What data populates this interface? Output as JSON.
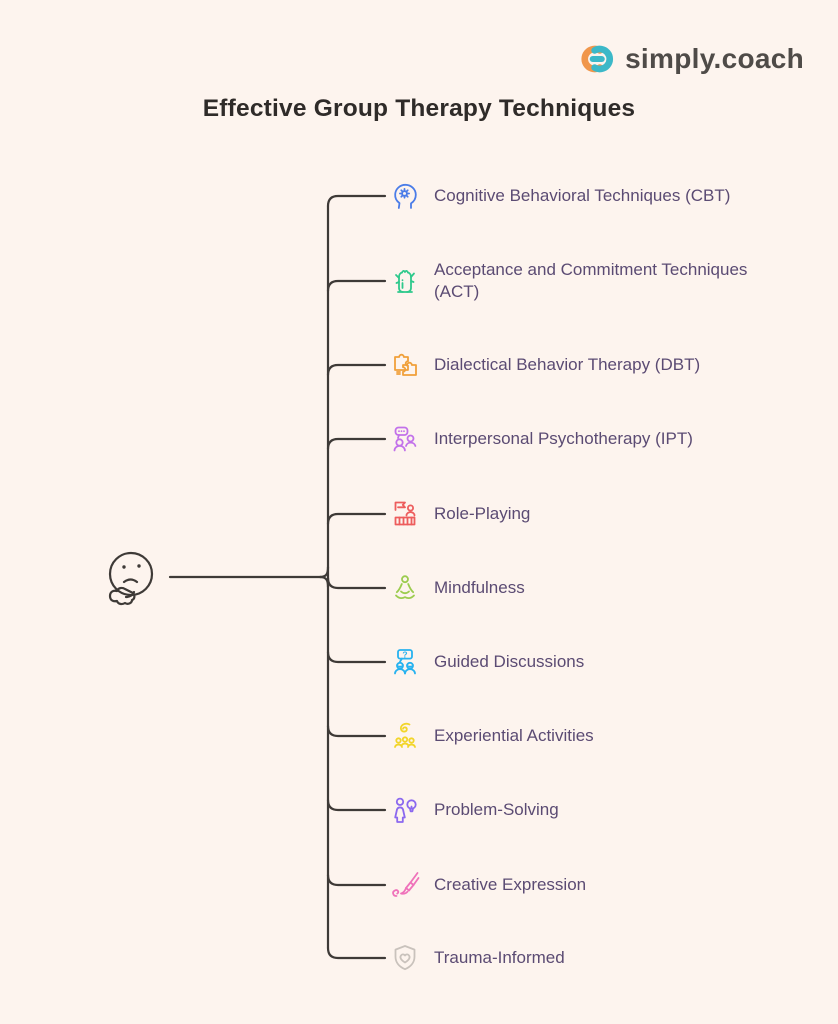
{
  "page": {
    "background": "#fdf4ee"
  },
  "logo": {
    "text": "simply.coach",
    "orange": "#f0964b",
    "teal": "#3cb8c8",
    "text_color": "#4f4b48"
  },
  "title": "Effective Group Therapy Techniques",
  "map": {
    "line_color": "#3e3a37",
    "center_icon": "thinking-face",
    "label_color": "#5b4b73"
  },
  "items": [
    {
      "label": "Cognitive Behavioral Techniques (CBT)",
      "icon": "head-gear-icon",
      "color": "#4a7ce8"
    },
    {
      "label": "Acceptance and Commitment Techniques (ACT)",
      "icon": "tree-icon",
      "color": "#2fc98c"
    },
    {
      "label": "Dialectical Behavior Therapy (DBT)",
      "icon": "puzzle-icon",
      "color": "#f0a03a"
    },
    {
      "label": "Interpersonal Psychotherapy (IPT)",
      "icon": "people-chat-icon",
      "color": "#c271ea"
    },
    {
      "label": "Role-Playing",
      "icon": "stage-icon",
      "color": "#ed5d5d"
    },
    {
      "label": "Mindfulness",
      "icon": "meditation-icon",
      "color": "#9ccc4f"
    },
    {
      "label": "Guided Discussions",
      "icon": "discussion-question-icon",
      "color": "#27b2ef"
    },
    {
      "label": "Experiential Activities",
      "icon": "activity-swirl-icon",
      "color": "#f2d52a"
    },
    {
      "label": "Problem-Solving",
      "icon": "person-lightbulb-icon",
      "color": "#8b68ef"
    },
    {
      "label": "Creative Expression",
      "icon": "paintbrush-icon",
      "color": "#ef72ba"
    },
    {
      "label": "Trauma-Informed",
      "icon": "shield-heart-icon",
      "color": "#c9c2bc"
    }
  ]
}
